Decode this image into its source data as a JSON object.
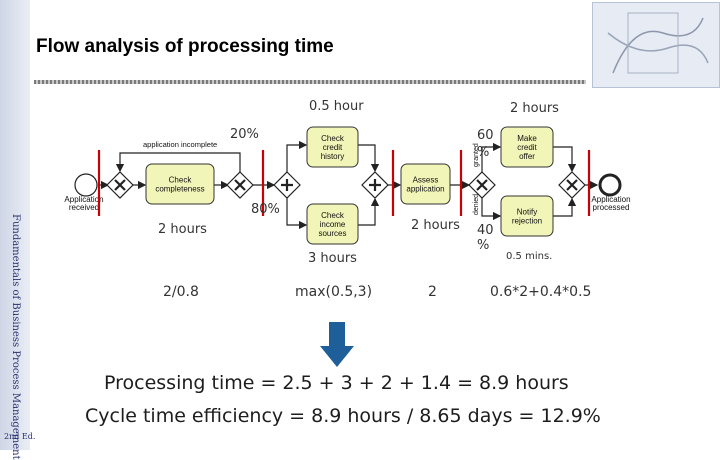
{
  "slide": {
    "title": "Flow analysis of processing time",
    "book_title": "Fundamentals of Business Process Management",
    "book_edition": "2nd Ed."
  },
  "diagram": {
    "tasks": {
      "check_completeness": "Check completeness",
      "check_credit_history": "Check credit history",
      "check_income_sources": "Check income sources",
      "assess_application": "Assess application",
      "make_credit_offer": "Make credit offer",
      "notify_rejection": "Notify rejection"
    },
    "events": {
      "start": "Application received",
      "end": "Application processed"
    },
    "flows": {
      "incomplete": "application incomplete",
      "granted": "granted",
      "denied": "denied"
    }
  },
  "annotations": {
    "branch_upper_pct": "20%",
    "branch_lower_pct": "80%",
    "completeness_time": "2 hours",
    "credit_history_time": "0.5 hour",
    "income_sources_time": "3 hours",
    "assess_time": "2 hours",
    "offer_time": "2 hours",
    "granted_pct": "60 %",
    "denied_pct": "40 %",
    "rejection_time": "0.5 mins.",
    "calc_completeness": "2/0.8",
    "calc_parallel": "max(0.5,3)",
    "calc_assess": "2",
    "calc_decision": "0.6*2+0.4*0.5"
  },
  "results": {
    "processing_time": "Processing time = 2.5 + 3 + 2 + 1.4  = 8.9 hours",
    "cycle_time_efficiency": "Cycle time efficiency = 8.9 hours / 8.65 days = 12.9%"
  },
  "colors": {
    "task_fill": "#f1f5b8",
    "separator": "#cc0000",
    "arrow": "#1e5f9a",
    "sidebar_text": "#27306e"
  }
}
